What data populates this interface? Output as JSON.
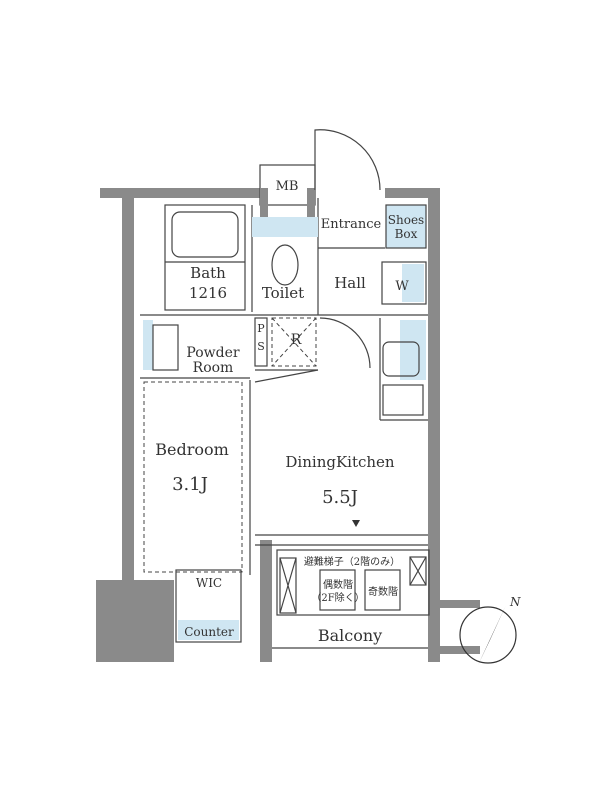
{
  "rooms": {
    "mb": "MB",
    "entrance": "Entrance",
    "shoes_box_1": "Shoes",
    "shoes_box_2": "Box",
    "bath": "Bath",
    "bath_size": "1216",
    "toilet": "Toilet",
    "hall": "Hall",
    "washer": "W",
    "ps_p": "P",
    "ps_s": "S",
    "refrigerator": "R",
    "powder_room_1": "Powder",
    "powder_room_2": "Room",
    "bedroom": "Bedroom",
    "bedroom_size": "3.1J",
    "dining_kitchen": "DiningKitchen",
    "dining_kitchen_size": "5.5J",
    "wic": "WIC",
    "counter": "Counter",
    "balcony": "Balcony"
  },
  "balcony_notes": {
    "evac_ladder": "避難梯子（2階のみ）",
    "even_floor_1": "偶数階",
    "even_floor_2": "（2F除く）",
    "odd_floor": "奇数階"
  },
  "compass": {
    "label": "N"
  },
  "colors": {
    "wall": "#8a8a8a",
    "fixture_blue": "#cfe6f2"
  }
}
